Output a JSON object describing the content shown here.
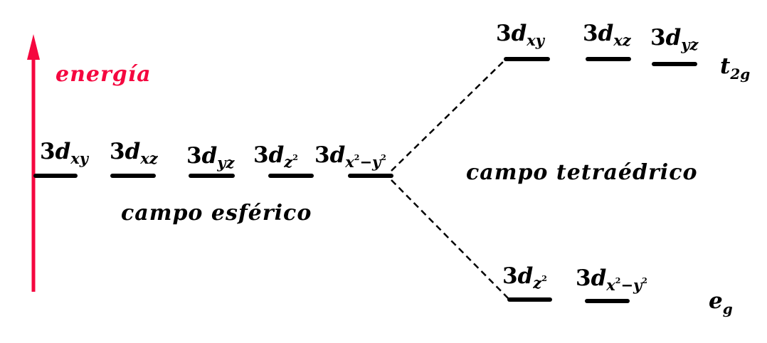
{
  "axis": {
    "label": "energía",
    "color": "#f5073f"
  },
  "spherical": {
    "field_label": "campo esférico",
    "orbitals": [
      {
        "n": "3",
        "d": "d",
        "sub": "xy"
      },
      {
        "n": "3",
        "d": "d",
        "sub": "xz"
      },
      {
        "n": "3",
        "d": "d",
        "sub": "yz"
      },
      {
        "n": "3",
        "d": "d",
        "sub_base": "z",
        "sub_sup": "2"
      },
      {
        "n": "3",
        "d": "d",
        "sub_base": "x",
        "sub_sup": "2",
        "sub_mid": "−y",
        "sub_sup2": "2"
      }
    ]
  },
  "tetrahedral": {
    "field_label": "campo tetraédrico",
    "upper": {
      "group": {
        "sym": "t",
        "sub": "2g"
      },
      "orbitals": [
        {
          "n": "3",
          "d": "d",
          "sub": "xy"
        },
        {
          "n": "3",
          "d": "d",
          "sub": "xz"
        },
        {
          "n": "3",
          "d": "d",
          "sub": "yz"
        }
      ]
    },
    "lower": {
      "group": {
        "sym": "e",
        "sub": "g"
      },
      "orbitals": [
        {
          "n": "3",
          "d": "d",
          "sub_base": "z",
          "sub_sup": "2"
        },
        {
          "n": "3",
          "d": "d",
          "sub_base": "x",
          "sub_sup": "2",
          "sub_mid": "−y",
          "sub_sup2": "2"
        }
      ]
    }
  },
  "colors": {
    "levels": "#000000",
    "connectors": "#000000"
  }
}
